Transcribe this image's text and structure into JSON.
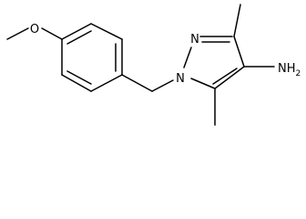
{
  "molecule": {
    "atoms": {
      "oxygen": "O",
      "nitrogen_n2": "N",
      "nitrogen_n1": "N",
      "amine": "NH",
      "amine_subscript": "2"
    }
  },
  "colors": {
    "bond": "#000000",
    "text": "#000000",
    "background": "#ffffff"
  }
}
